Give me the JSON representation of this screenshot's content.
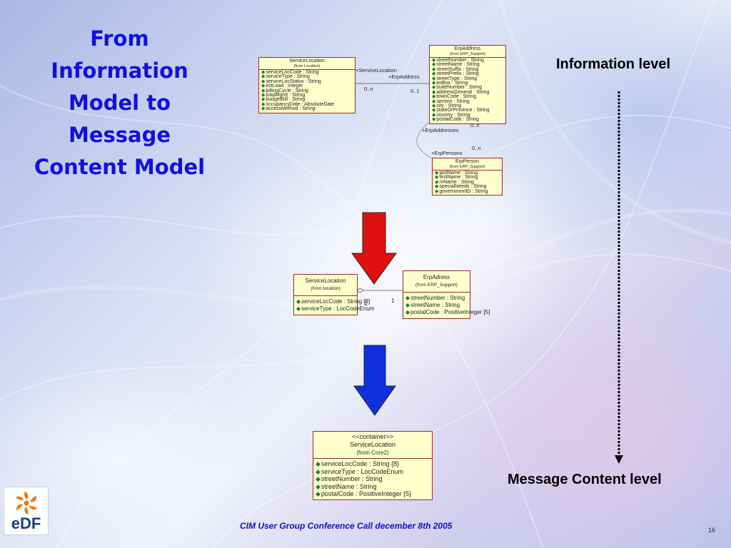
{
  "slide": {
    "title_lines": [
      "From",
      "Information",
      "Model to",
      "Message",
      "Content Model"
    ],
    "info_level": "Information level",
    "message_level": "Message Content level",
    "footer": "CIM User Group Conference Call december 8th 2005",
    "page_number": "16",
    "logo_text": "eDF"
  },
  "colors": {
    "title": "#1010e0",
    "footer": "#1010c8",
    "arrow_red": "#e01010",
    "arrow_blue": "#1030e0",
    "uml_fill": "#ffffcc",
    "uml_border": "#9a2c28",
    "logo_orange": "#f07a1a",
    "logo_blue": "#1a3a8c"
  },
  "info_model": {
    "service_location": {
      "name": "ServiceLocation",
      "from": "(from Location)",
      "attrs": [
        "serviceLocCode : String",
        "serviceType : String",
        "serviceLocStatus : String",
        "estLoad : integer",
        "billingCycle : String",
        "loadMgmt : String",
        "budgetBill : String",
        "occupancyDate : AbsoluteDate",
        "accessMethod : String"
      ]
    },
    "erp_address": {
      "name": "ErpAddress",
      "from": "(from ERP_Support)",
      "attrs": [
        "streetNumber : String",
        "streetName : String",
        "streetSuffix : String",
        "streetPrefix : String",
        "streetType : String",
        "poBox : String",
        "suiteNumber : String",
        "addressGeneral : String",
        "townCode : String",
        "section : String",
        "city : String",
        "stateOrProvince : String",
        "country : String",
        "postalCode : String"
      ]
    },
    "erp_person": {
      "name": "ErpPerson",
      "from": "(from ERP_Support)",
      "attrs": [
        "lastName : String",
        "firstName : String",
        "mName : String",
        "specialNeeds : String",
        "governmentID : String"
      ]
    },
    "labels": {
      "role_service_location": "+ServiceLocation",
      "role_erp_address": "+ErpAddress",
      "mult_left": "0..n",
      "mult_right": "0..1",
      "mult_addr_bottom": "0..n",
      "role_erp_addresses": "+ErpAddresses",
      "mult_persons": "0..n",
      "role_erp_persons": "+ErpPersons"
    }
  },
  "profile_model": {
    "service_location": {
      "name": "ServiceLocation",
      "from": "(from location)",
      "attrs": [
        "serviceLocCode : String [8]",
        "serviceType : LocCodeEnum"
      ]
    },
    "erp_address": {
      "name": "ErpAdress",
      "from": "(from ERP_Support)",
      "attrs": [
        "streetNumber : String",
        "streetName : String",
        "postalCode : PositiveInteger [5]"
      ]
    },
    "labels": {
      "mult_left": "1",
      "mult_right": "1"
    }
  },
  "message_model": {
    "stereotype": "<<container>>",
    "name": "ServiceLocation",
    "from": "(from Core2)",
    "attrs": [
      "serviceLocCode : String {8}",
      "serviceType : LocCodeEnum",
      "streetNumber : String",
      "streetName : String",
      "postalCode : PositiveInteger {5}"
    ]
  }
}
